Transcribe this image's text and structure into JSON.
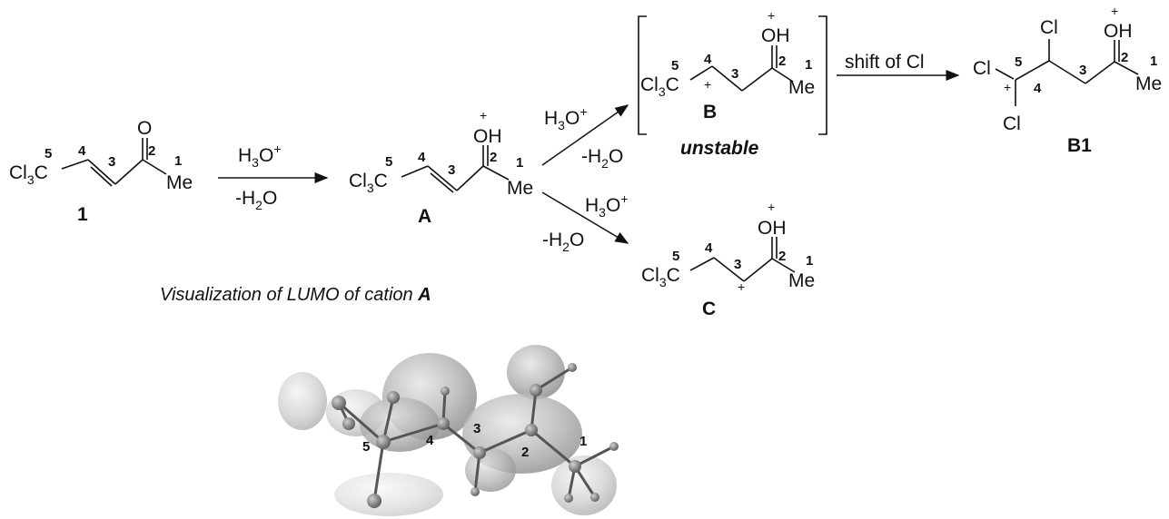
{
  "groups": {
    "ccl3": "Cl",
    "ccl3_sub": "3",
    "ccl3_c": "C",
    "cl": "Cl",
    "oh": "OH",
    "o": "O",
    "me": "Me",
    "plus": "+"
  },
  "atom_numbers": [
    "1",
    "2",
    "3",
    "4",
    "5"
  ],
  "compounds": {
    "c1": "1",
    "cA": "A",
    "cB": "B",
    "cB1": "B1",
    "cC": "C"
  },
  "reagents": {
    "h3o_main": "H",
    "h3o_sub": "3",
    "h3o_end": "O",
    "h3o_plus": "+",
    "h2o_pre": "-H",
    "h2o_sub": "2",
    "h2o_end": "O"
  },
  "labels": {
    "unstable": "unstable",
    "shift": "shift of Cl",
    "caption_main": "Visualization of LUMO of cation ",
    "caption_bold": "A"
  }
}
